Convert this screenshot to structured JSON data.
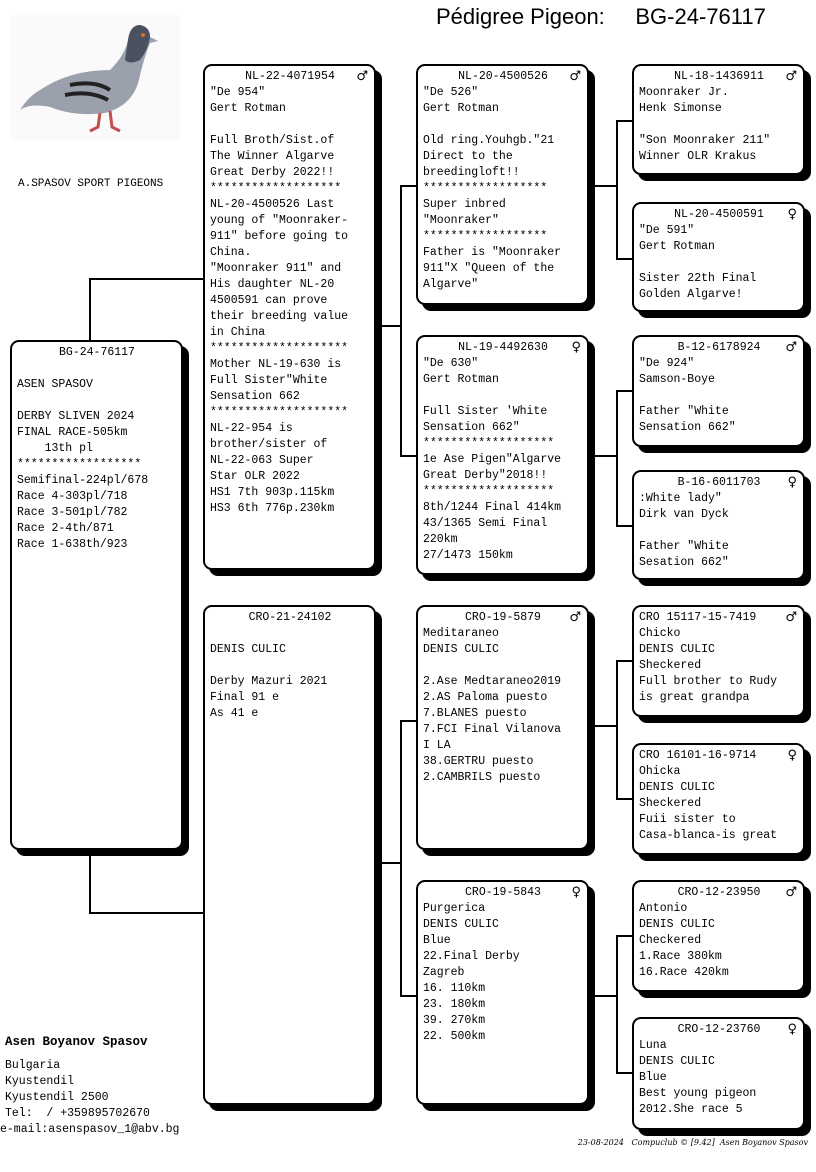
{
  "header": {
    "label": "Pédigree Pigeon:",
    "ring": "BG-24-76117"
  },
  "loft_name": "A.SPASOV SPORT PIGEONS",
  "subject": {
    "ring": "BG-24-76117",
    "sex": "",
    "lines": [
      "",
      "ASEN SPASOV",
      "",
      "DERBY SLIVEN 2024",
      "FINAL RACE-505km",
      "    13th pl",
      "******************",
      "Semifinal-224pl/678",
      "Race 4-303pl/718",
      "Race 3-501pl/782",
      "Race 2-4th/871",
      "Race 1-638th/923"
    ]
  },
  "pedigree": [
    {
      "id": "sire",
      "ring": "NL-22-4071954",
      "sex": "♂",
      "lines": [
        "\"De 954\"",
        "Gert Rotman",
        "",
        "Full Broth/Sist.of",
        "The Winner Algarve",
        "Great Derby 2022!!",
        "*******************",
        "NL-20-4500526 Last",
        "young of \"Moonraker-",
        "911\" before going to",
        "China.",
        "\"Moonraker 911\" and",
        "His daughter NL-20",
        "4500591 can prove",
        "their breeding value",
        "in China",
        "********************",
        "Mother NL-19-630 is",
        "Full Sister\"White",
        "Sensation 662",
        "********************",
        "NL-22-954 is",
        "brother/sister of",
        "NL-22-063 Super",
        "Star OLR 2022",
        "HS1 7th 903p.115km",
        "HS3 6th 776p.230km"
      ]
    },
    {
      "id": "dam",
      "ring": "CRO-21-24102",
      "sex": "",
      "lines": [
        "",
        "DENIS CULIC",
        "",
        "Derby Mazuri 2021",
        "Final 91 e",
        "As 41 e"
      ]
    },
    {
      "id": "sire-sire",
      "ring": "NL-20-4500526",
      "sex": "♂",
      "lines": [
        "\"De 526\"",
        "Gert Rotman",
        "",
        "Old ring.Youhgb.\"21",
        "Direct to the",
        "breedingloft!!",
        "******************",
        "Super inbred",
        "\"Moonraker\"",
        "******************",
        "Father is \"Moonraker",
        "911\"X \"Queen of the",
        "Algarve\""
      ]
    },
    {
      "id": "sire-dam",
      "ring": "NL-19-4492630",
      "sex": "♀",
      "lines": [
        "\"De 630\"",
        "Gert Rotman",
        "",
        "Full Sister 'White",
        "Sensation 662\"",
        "*******************",
        "1e Ase Pigen\"Algarve",
        "Great Derby\"2018!!",
        "*******************",
        "8th/1244 Final 414km",
        "43/1365 Semi Final",
        "220km",
        "27/1473 150km"
      ]
    },
    {
      "id": "dam-sire",
      "ring": "CRO-19-5879",
      "sex": "♂",
      "lines": [
        "Meditaraneo",
        "DENIS CULIC",
        "",
        "2.Ase Medtaraneo2019",
        "2.AS Paloma puesto",
        "7.BLANES puesto",
        "7.FCI Final Vilanova",
        "I LA",
        "38.GERTRU puesto",
        "2.CAMBRILS puesto"
      ]
    },
    {
      "id": "dam-dam",
      "ring": "CRO-19-5843",
      "sex": "♀",
      "lines": [
        "Purgerica",
        "DENIS CULIC",
        "Blue",
        "22.Final Derby",
        "Zagreb",
        "16. 110km",
        "23. 180km",
        "39. 270km",
        "22. 500km"
      ]
    },
    {
      "id": "sss",
      "ring": "NL-18-1436911",
      "sex": "♂",
      "lines": [
        "Moonraker Jr.",
        "Henk Simonse",
        "",
        "\"Son Moonraker 211\"",
        "Winner OLR Krakus"
      ]
    },
    {
      "id": "ssd",
      "ring": "NL-20-4500591",
      "sex": "♀",
      "lines": [
        "\"De 591\"",
        "Gert Rotman",
        "",
        "Sister 22th Final",
        "Golden Algarve!"
      ]
    },
    {
      "id": "sds",
      "ring": "B-12-6178924",
      "sex": "♂",
      "lines": [
        "\"De 924\"",
        "Samson-Boye",
        "",
        "Father \"White",
        "Sensation 662\""
      ]
    },
    {
      "id": "sdd",
      "ring": "B-16-6011703",
      "sex": "♀",
      "lines": [
        ":White lady\"",
        "Dirk van Dyck",
        "",
        "Father \"White",
        "Sesation 662\""
      ]
    },
    {
      "id": "dss",
      "ring": "CRO 15117-15-7419",
      "sex": "♂",
      "lines": [
        "Chicko",
        "DENIS CULIC",
        "Sheckered",
        "Full brother to Rudy",
        "is great grandpa"
      ]
    },
    {
      "id": "dsd",
      "ring": "CRO 16101-16-9714",
      "sex": "♀",
      "lines": [
        "Ohicka",
        "DENIS CULIC",
        "Sheckered",
        "Fuii sister to",
        "Casa-blanca-is great"
      ]
    },
    {
      "id": "dds",
      "ring": "CRO-12-23950",
      "sex": "♂",
      "lines": [
        "Antonio",
        "DENIS CULIC",
        "Checkered",
        "1.Race 380km",
        "16.Race 420km"
      ]
    },
    {
      "id": "ddd",
      "ring": "CRO-12-23760",
      "sex": "♀",
      "lines": [
        "Luna",
        "DENIS CULIC",
        "Blue",
        "Best young pigeon",
        "2012.She race 5"
      ]
    }
  ],
  "owner": {
    "name": "Asen Boyanov Spasov",
    "country": "Bulgaria",
    "city": "Kyustendil",
    "address": "Kyustendil 2500",
    "tel": "Tel:  / +359895702670",
    "email": "e-mail:asenspasov_1@abv.bg"
  },
  "footer": {
    "date": "23-08-2024",
    "software": "Compuclub © [9.42]",
    "author": "Asen Boyanov Spasov"
  }
}
